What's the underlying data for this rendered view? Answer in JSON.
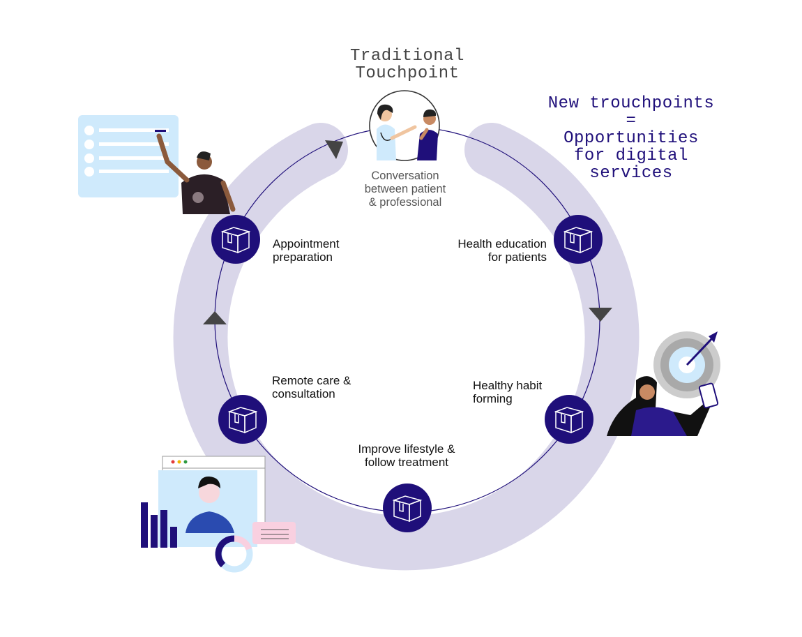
{
  "diagram": {
    "traditional_title": [
      "Traditional",
      "Touchpoint"
    ],
    "traditional_caption": [
      "Conversation",
      "between patient",
      "& professional"
    ],
    "new_title": [
      "New trouchpoints",
      "=",
      "Opportunities",
      "for digital",
      "services"
    ],
    "steps": [
      {
        "line1": "Appointment",
        "line2": "preparation"
      },
      {
        "line1": "Health education",
        "line2": "for patients"
      },
      {
        "line1": "Healthy habit",
        "line2": "forming"
      },
      {
        "line1": "Improve lifestyle &",
        "line2": "follow treatment"
      },
      {
        "line1": "Remote care &",
        "line2": "consultation"
      }
    ]
  },
  "colors": {
    "ring_band": "#d9d6e9",
    "navy": "#1f0f7a",
    "node": "#1f0f7a",
    "arrow": "#444444",
    "light_blue": "#cfeafc",
    "pink": "#f9d0e0"
  },
  "icons": [
    "box-icon",
    "arrow-head-icon",
    "checklist-icon",
    "doctor-patient-icon",
    "target-icon",
    "video-call-icon"
  ]
}
